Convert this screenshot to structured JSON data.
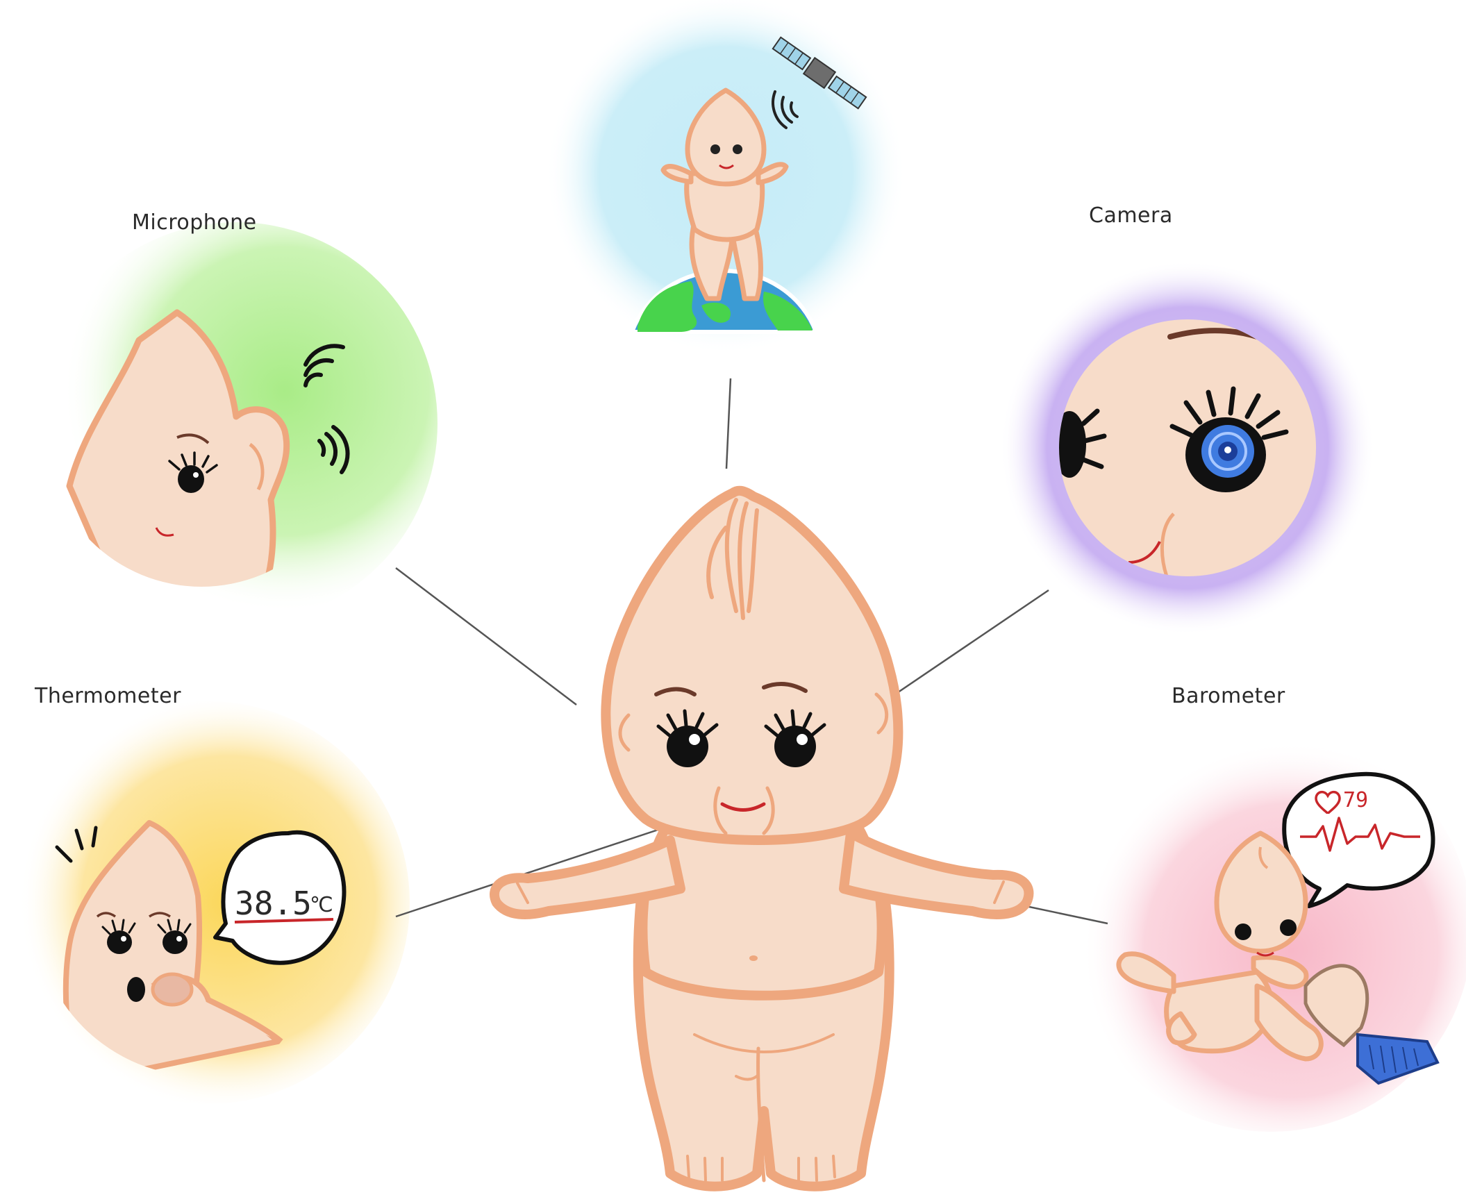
{
  "labels": {
    "microphone": "Microphone",
    "camera": "Camera",
    "thermometer": "Thermometer",
    "barometer": "Barometer"
  },
  "thermometer_bubble": {
    "reading": "38.5",
    "unit": "℃"
  },
  "barometer_bubble": {
    "heart_rate": "79"
  },
  "colors": {
    "skin": "#f7dcc9",
    "outline": "#eea77e",
    "crease": "#e9a57f",
    "gps_glow": "#c6ecf7",
    "microphone_glow": "#a9ec87",
    "camera_glow": "#c9b2f2",
    "thermometer_glow": "#fbd75b",
    "barometer_glow": "#f8b8c8",
    "connector": "#555555",
    "mouth": "#c8262a",
    "iris_blue": "#3f7be0",
    "earth_land": "#48d34c",
    "earth_ocean": "#3b9bd4",
    "cuff_blue": "#3d6fd6"
  },
  "icons": [
    "satellite-icon",
    "sound-waves-icon",
    "eye-lens-icon",
    "heart-icon",
    "ecg-wave-icon"
  ]
}
